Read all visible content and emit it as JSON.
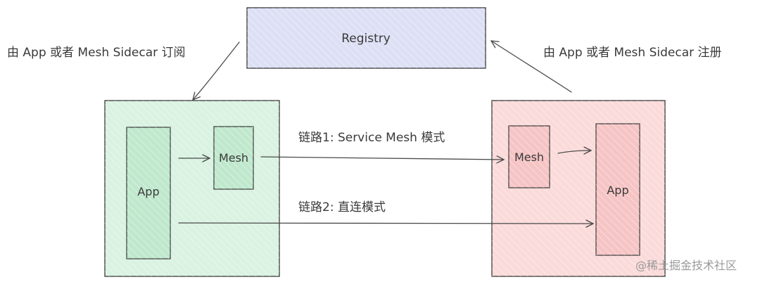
{
  "registry": {
    "label": "Registry",
    "fill": "#dde0f5"
  },
  "notes": {
    "subscribe": "由 App 或者 Mesh Sidecar 订阅",
    "register": "由 App 或者 Mesh Sidecar 注册"
  },
  "left_host": {
    "fill": "#d9f2e1",
    "app_label": "App",
    "mesh_label": "Mesh",
    "inner_fill": "#bfe8cd"
  },
  "right_host": {
    "fill": "#fbdada",
    "app_label": "App",
    "mesh_label": "Mesh",
    "inner_fill": "#f6c4c4"
  },
  "links": {
    "service_mesh": "链路1: Service Mesh 模式",
    "direct": "链路2: 直连模式"
  },
  "watermark": "@稀土掘金技术社区"
}
